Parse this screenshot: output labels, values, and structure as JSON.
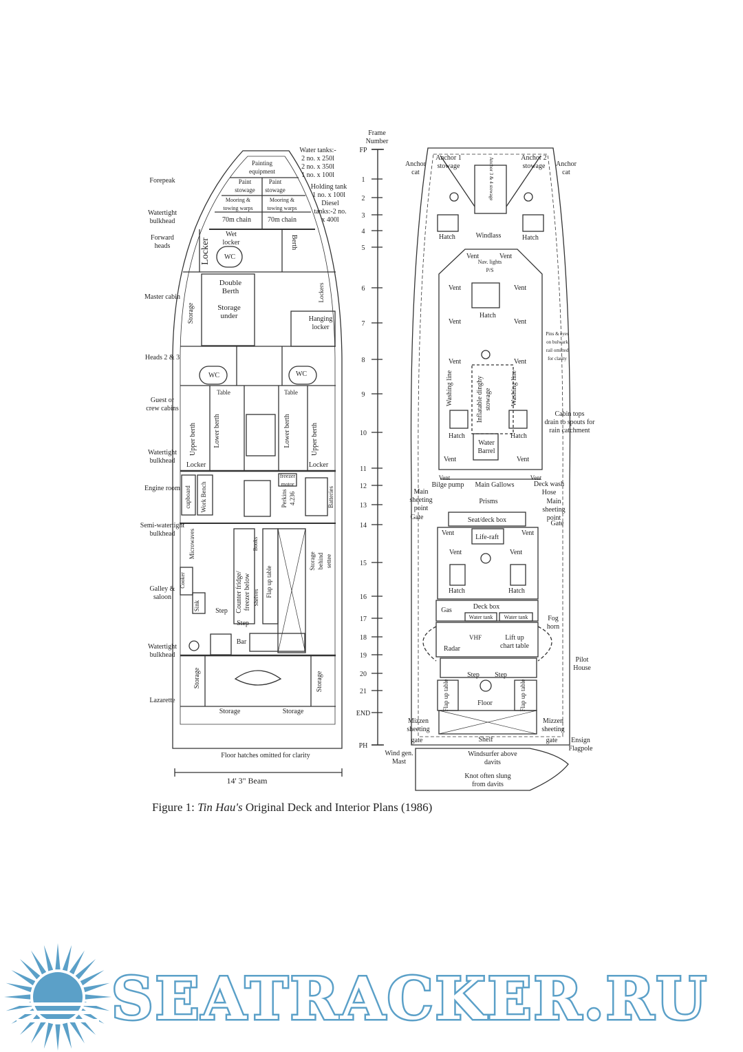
{
  "interior": {
    "water_tanks": [
      "Water tanks:-",
      "2 no. x 250l",
      "2 no. x 350l",
      "1 no. x 100l"
    ],
    "holding_tank": [
      "Holding tank",
      "1 no. x 100l"
    ],
    "diesel_tanks": [
      "Diesel",
      "tanks:-2 no.",
      "x 400l"
    ],
    "painting_equipment": [
      "Painting",
      "equipment"
    ],
    "paint_stowage_left": [
      "Paint",
      "stowage"
    ],
    "paint_stowage_right": [
      "Paint",
      "stowage"
    ],
    "mooring_left": [
      "Mooring &",
      "towing warps"
    ],
    "mooring_right": [
      "Mooring &",
      "towing warps"
    ],
    "chain_left": "70m chain",
    "chain_right": "70m chain",
    "wet_locker": [
      "Wet",
      "locker"
    ],
    "locker": "Locker",
    "wc": "WC",
    "berth": "Berth",
    "lockers": "Lockers",
    "double_berth": [
      "Double",
      "Berth"
    ],
    "storage_under": [
      "Storage",
      "under"
    ],
    "storage": "Storage",
    "hanging_locker": [
      "Hanging",
      "locker"
    ],
    "table": "Table",
    "upper_berth": "Upper berth",
    "lower_berth": "Lower berth",
    "cupboard": "cupboard",
    "work_bench": "Work Bench",
    "freezer_motor": [
      "freezer",
      "motor"
    ],
    "perkins": [
      "Perkins",
      "4.236"
    ],
    "batteries": "Batteries",
    "microwaves": "Microwaves",
    "counter": [
      "Counter fridge/",
      "freezer below"
    ],
    "books": "Books",
    "shelves": "Shelves",
    "flap_up_table": "Flap up table",
    "storage_behind_settee": [
      "Storage",
      "behind",
      "settee"
    ],
    "cooker": "Cooker",
    "sink": "Sink",
    "step": "Step",
    "bar": "Bar",
    "floor_note": "Floor hatches omitted for clarity",
    "beam": "14' 3\" Beam",
    "labels_left": [
      "Forepeak",
      "Watertight bulkhead",
      "Forward heads",
      "Master cabin",
      "Heads 2 & 3",
      "Guest or crew cabins",
      "Watertight bulkhead",
      "Engine room",
      "Semi-watertight bulkhead",
      "Galley & saloon",
      "Watertight bulkhead",
      "Lazarette"
    ]
  },
  "frames": {
    "header": [
      "Frame",
      "Number"
    ],
    "ticks": [
      "FP",
      "1",
      "2",
      "3",
      "4",
      "5",
      "6",
      "7",
      "8",
      "9",
      "10",
      "11",
      "12",
      "13",
      "14",
      "15",
      "16",
      "17",
      "18",
      "19",
      "20",
      "21",
      "END",
      "PH"
    ]
  },
  "deck": {
    "anchor_cat_left": [
      "Anchor",
      "cat"
    ],
    "anchor_cat_right": [
      "Anchor",
      "cat"
    ],
    "anchor1": [
      "Anchor 1",
      "stowage"
    ],
    "anchor2": [
      "Anchor 2",
      "stowage"
    ],
    "anchor34": "Anchor 3 & 4 stowage",
    "hatch": "Hatch",
    "windlass": "Windlass",
    "vent": "Vent",
    "nav_lights": [
      "Nav. lights",
      "P/S"
    ],
    "pins_note": [
      "Pins & eyes",
      "on bulwark",
      "rail omitted",
      "for clarity"
    ],
    "washing_line": "Washing line",
    "dinghy": [
      "Inflatable dinghy",
      "stowage"
    ],
    "cabin_tops": [
      "Cabin tops",
      "drain to spouts for",
      "rain catchment"
    ],
    "water_barrel": [
      "Water",
      "Barrel"
    ],
    "bilge_pump": "Bilge pump",
    "main_gallows": "Main Gallows",
    "deck_wash": [
      "Deck wash",
      "Hose"
    ],
    "main_sheeting_left": [
      "Main",
      "sheeting",
      "point"
    ],
    "main_sheeting_right": [
      "Main",
      "sheeting",
      "point"
    ],
    "prisms": "Prisms",
    "gate": "Gate",
    "seat_deck_box": "Seat/deck box",
    "life_raft": "Life-raft",
    "gas": "Gas",
    "deck_box": "Deck box",
    "water_tank": "Water tank",
    "fog_horn": [
      "Fog",
      "horn"
    ],
    "radar": "Radar",
    "vhf": "VHF",
    "lift_up": [
      "Lift up",
      "chart table"
    ],
    "pilot_house": [
      "Pilot",
      "House"
    ],
    "step": "Step",
    "floor": "Floor",
    "flap_up_table": "Flap up table",
    "mizzen_left": [
      "Mizzen",
      "sheeting"
    ],
    "mizzen_right": [
      "Mizzen",
      "sheeting"
    ],
    "gate_small": "gate",
    "shelf": "Shelf",
    "wind_gen": [
      "Wind gen.",
      "Mast"
    ],
    "ensign": [
      "Ensign",
      "Flagpole"
    ],
    "windsurfer": [
      "Windsurfer above",
      "davits"
    ],
    "knot": [
      "Knot often slung",
      "from davits"
    ]
  },
  "caption": {
    "prefix": "Figure 1: ",
    "italic": "Tin Hau's",
    "rest": " Original Deck and Interior Plans (1986)"
  },
  "watermark": {
    "text": "SEATRACKER.RU",
    "color": "#5ba0c8",
    "icon": "sun-icon"
  }
}
